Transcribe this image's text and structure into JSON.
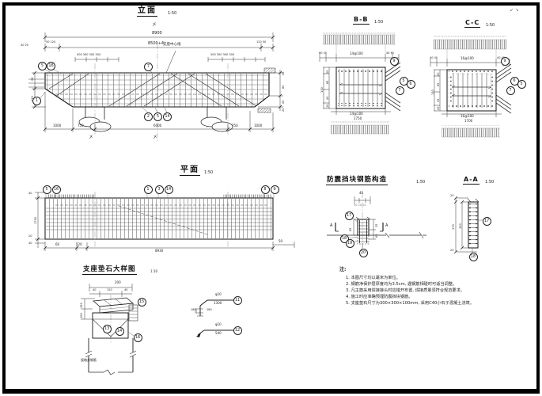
{
  "corner_marks": {
    "top": "↖ ↗",
    "bottom": "↙ ↘"
  },
  "elevation": {
    "title": "立面",
    "scale": "1:50",
    "centerline_mark": "㐅",
    "dim_total": "8900",
    "dim_sub": "8500+4",
    "dim_end_left": "50 120",
    "dim_end_right": "120 50",
    "dim_far_left": "40 25",
    "bearing_spacing_left": "500 300 300 300",
    "bearing_spacing_right": "500 300 300 300",
    "bearing_label": "支座中心线",
    "circles": [
      "5",
      "16",
      "7",
      "1",
      "2",
      "5",
      "14"
    ],
    "side_left": [
      "20",
      "110"
    ],
    "side_right": [
      "20",
      "85",
      "45",
      "20"
    ],
    "dims_bottom": [
      "1000",
      "750",
      "6000",
      "750",
      "1000"
    ],
    "cl_marks": [
      "㐅",
      "㐅"
    ]
  },
  "section_bb": {
    "title": "B-B",
    "scale": "1:50",
    "dim_top_left": "60 40",
    "dim_top": "14@100",
    "dim_top_right": "40 60",
    "side": [
      "20",
      "85",
      "45",
      "20"
    ],
    "side_total": "130",
    "dim_bottom": "14@100",
    "dim_bottom_total": "1750",
    "circles": [
      "9",
      "5",
      "6",
      "7"
    ]
  },
  "section_cc": {
    "title": "C-C",
    "scale": "1:50",
    "dim_top_left": "40 40",
    "dim_top": "16@100",
    "dim_top_right": "40 40",
    "side": [
      "20",
      "85",
      "45",
      "20"
    ],
    "side_total": "130",
    "dim_bottom": "16@100",
    "dim_bottom_total": "1700",
    "circles": [
      "9",
      "6",
      "5",
      "7"
    ]
  },
  "plan": {
    "title": "平面",
    "scale": "1:50",
    "circles": [
      "5",
      "16",
      "1",
      "3",
      "14",
      "8",
      "9"
    ],
    "side_left_top": "40",
    "side_left_mid": "1750",
    "side_left_b1": "20",
    "side_left_b2": "40",
    "dims_bottom": [
      "60",
      "120",
      "8930",
      "50"
    ]
  },
  "bearing_detail": {
    "title": "支座垫石大样图",
    "scale": "1:10",
    "dim_total": "200",
    "dims_sub": [
      "40",
      "120",
      "40"
    ],
    "side": [
      "150",
      "100"
    ],
    "circles": [
      "13",
      "14",
      "15",
      "16"
    ],
    "column_note": "接墩身钢筋"
  },
  "rebar_details": [
    {
      "circle": "11",
      "spec": "φ10",
      "length": "1300",
      "dims": [
        "200",
        "180",
        "180"
      ]
    },
    {
      "circle": "12",
      "spec": "φ10",
      "length": "540"
    }
  ],
  "block_detail": {
    "title": "防震挡块钢筋构造",
    "scale": "1:50",
    "dim_top": "40",
    "dim_sub": "10 20 10",
    "section_letter": "A",
    "side_left": "85",
    "side_right": [
      "35",
      "65"
    ],
    "circles": [
      "17",
      "18",
      "19",
      "20"
    ]
  },
  "section_aa": {
    "title": "A-A",
    "scale": "1:50",
    "dim_top": "20",
    "dim_total": "170",
    "dim_inner": "150",
    "dim_bottom": "20",
    "circles": [
      "17",
      "18"
    ]
  },
  "notes": {
    "heading": "注:",
    "items": [
      "1. 本图尺寸均以毫米为单位。",
      "2. 钢筋净保护层厚度均为3.5cm, 遇钢筋相碰时可适当调整。",
      "3. 凡主筋采用焊接接头时应错开布置, 焊接质量须符合规范要求。",
      "4. 施工时应准确预埋防震挡块钢筋。",
      "5. 支座垫石尺寸为300×300×100mm, 采用C40小石子混凝土浇筑。"
    ]
  }
}
